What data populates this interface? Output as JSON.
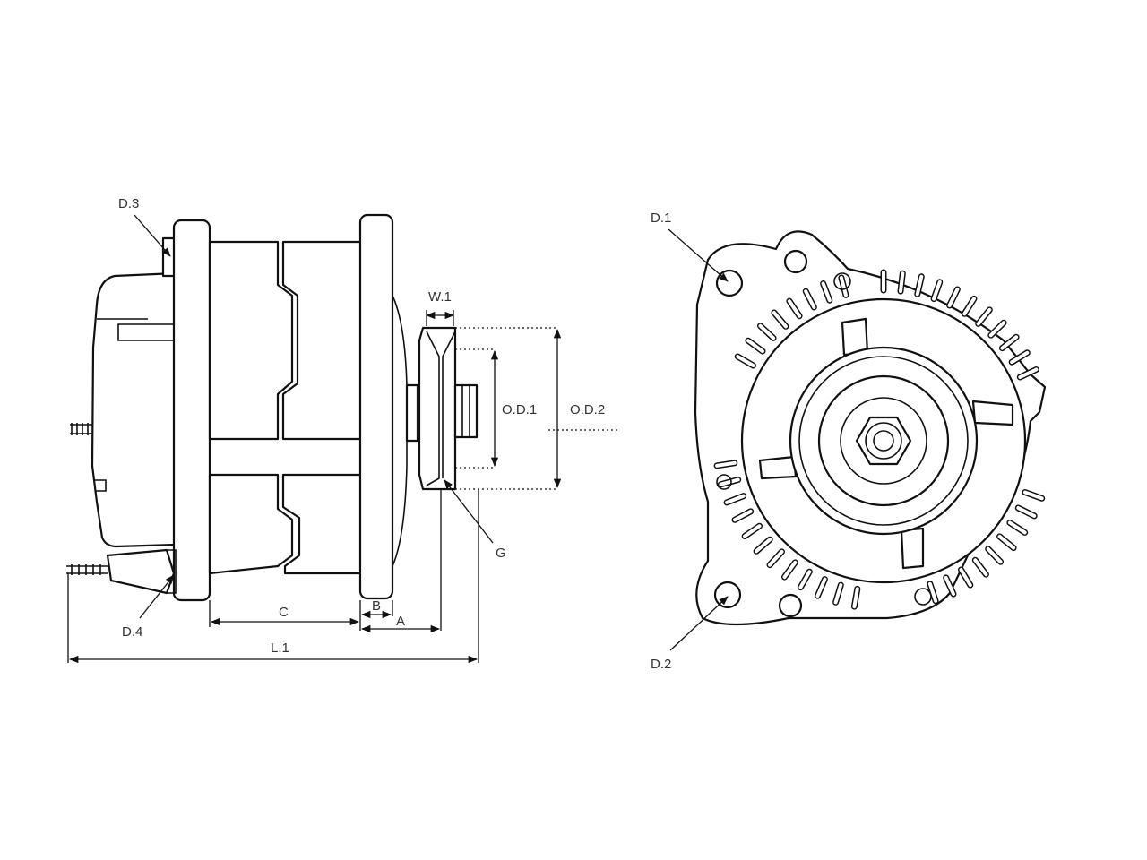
{
  "labels": {
    "d3": "D.3",
    "d4": "D.4",
    "d1": "D.1",
    "d2": "D.2",
    "w1": "W.1",
    "od1": "O.D.1",
    "od2": "O.D.2",
    "g": "G",
    "a": "A",
    "b": "B",
    "c": "C",
    "l1": "L.1"
  },
  "colors": {
    "line": "#111111",
    "text": "#333333",
    "background": "#ffffff"
  }
}
